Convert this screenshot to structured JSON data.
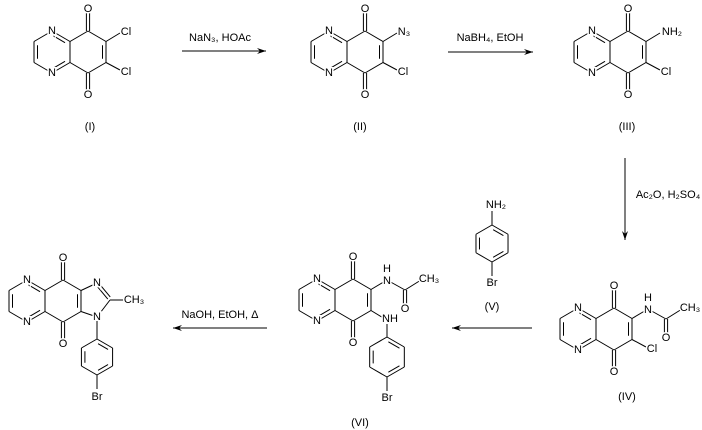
{
  "atoms": {
    "N": "N",
    "O": "O",
    "H": "H",
    "NH": "NH",
    "Cl": "Cl",
    "Br": "Br",
    "N3": "N₃",
    "NH2": "NH₂",
    "CH3": "CH₃"
  },
  "compounds": {
    "I": {
      "label": "(I)"
    },
    "II": {
      "label": "(II)"
    },
    "III": {
      "label": "(III)"
    },
    "IV": {
      "label": "(IV)"
    },
    "V": {
      "label": "(V)"
    },
    "VI": {
      "label": "(VI)"
    }
  },
  "reactions": [
    {
      "from": "I",
      "to": "II",
      "reagents": "NaN₃, HOAc"
    },
    {
      "from": "II",
      "to": "III",
      "reagents": "NaBH₄, EtOH"
    },
    {
      "from": "III",
      "to": "IV",
      "reagents": "Ac₂O, H₂SO₄"
    },
    {
      "from": "IV",
      "to": "VI",
      "reagents": ""
    },
    {
      "from": "VI",
      "to": "product",
      "reagents": "NaOH, EtOH, Δ"
    }
  ]
}
